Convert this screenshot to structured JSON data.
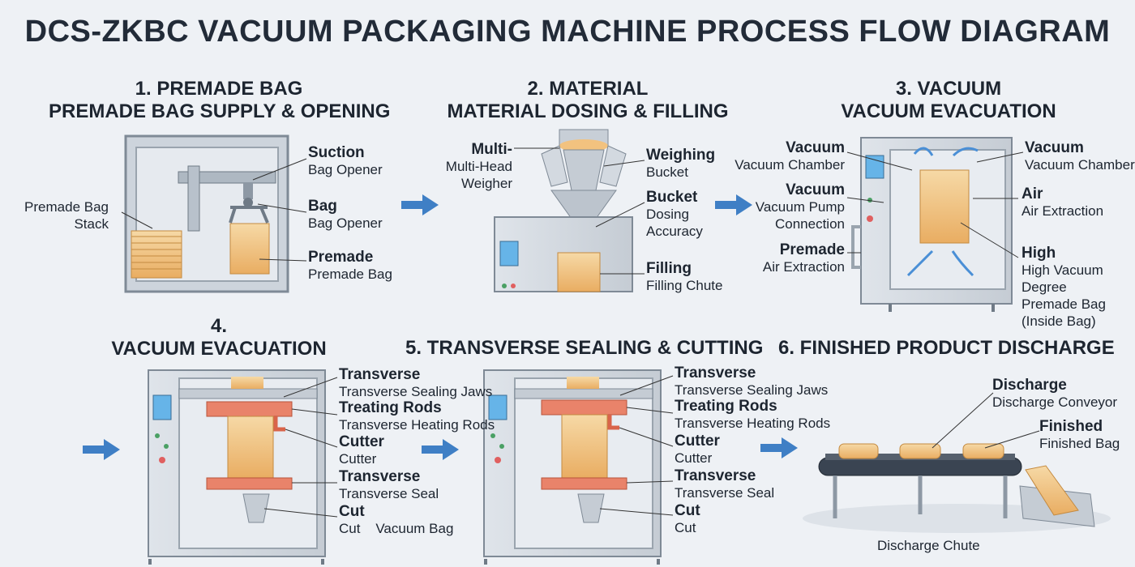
{
  "title": "DCS-ZKBC VACUUM PACKAGING MACHINE PROCESS FLOW DIAGRAM",
  "colors": {
    "bag": "#f2c27f",
    "sealbar": "#e9836a",
    "frame": "#b9c2cc",
    "screen": "#66b4e8",
    "arrow": "#3f7fc5"
  },
  "steps": [
    {
      "title_line1": "1. PREMADE BAG",
      "title_line2": "PREMADE BAG SUPPLY & OPENING",
      "labels": [
        {
          "bold": "",
          "text": "Premade Bag\nStack"
        },
        {
          "bold": "Suction",
          "text": "Bag Opener"
        },
        {
          "bold": "Bag",
          "text": "Bag Opener"
        },
        {
          "bold": "Premade",
          "text": "Premade Bag"
        }
      ]
    },
    {
      "title_line1": "2. MATERIAL",
      "title_line2": "MATERIAL DOSING & FILLING",
      "labels": [
        {
          "bold": "Multi-",
          "text": "Multi-Head\nWeigher"
        },
        {
          "bold": "Weighing",
          "text": "Bucket"
        },
        {
          "bold": "Bucket",
          "text": "Dosing\nAccuracy"
        },
        {
          "bold": "Filling",
          "text": "Filling Chute"
        }
      ]
    },
    {
      "title_line1": "3. VACUUM",
      "title_line2": "VACUUM EVACUATION",
      "labels": [
        {
          "bold": "Vacuum",
          "text": "Vacuum Chamber"
        },
        {
          "bold": "Vacuum",
          "text": "Vacuum Chamber"
        },
        {
          "bold": "Vacuum",
          "text": "Vacuum Pump\nConnection"
        },
        {
          "bold": "Air",
          "text": "Air Extraction"
        },
        {
          "bold": "Premade",
          "text": "Air Extraction"
        },
        {
          "bold": "High",
          "text": "High Vacuum Degree\nPremade Bag\n(Inside Bag)"
        }
      ]
    },
    {
      "title_line1": "4.",
      "title_line2": "VACUUM EVACUATION",
      "labels": [
        {
          "bold": "Transverse",
          "text": "Transverse Sealing Jaws"
        },
        {
          "bold": "Treating Rods",
          "text": "Transverse Heating Rods"
        },
        {
          "bold": "Cutter",
          "text": "Cutter"
        },
        {
          "bold": "Transverse",
          "text": "Transverse Seal"
        },
        {
          "bold": "Cut",
          "text": "Cut    Vacuum Bag"
        }
      ]
    },
    {
      "title_line1": "",
      "title_line2": "5. TRANSVERSE SEALING & CUTTING",
      "labels": [
        {
          "bold": "Transverse",
          "text": "Transverse Sealing Jaws"
        },
        {
          "bold": "Treating Rods",
          "text": "Transverse Heating Rods"
        },
        {
          "bold": "Cutter",
          "text": "Cutter"
        },
        {
          "bold": "Transverse",
          "text": "Transverse Seal"
        },
        {
          "bold": "Cut",
          "text": "Cut"
        }
      ]
    },
    {
      "title_line1": "",
      "title_line2": "6. FINISHED PRODUCT DISCHARGE",
      "labels": [
        {
          "bold": "Discharge",
          "text": "Discharge Conveyor"
        },
        {
          "bold": "Finished",
          "text": "Finished Bag"
        },
        {
          "bold": "",
          "text": "Discharge Chute"
        }
      ]
    }
  ]
}
